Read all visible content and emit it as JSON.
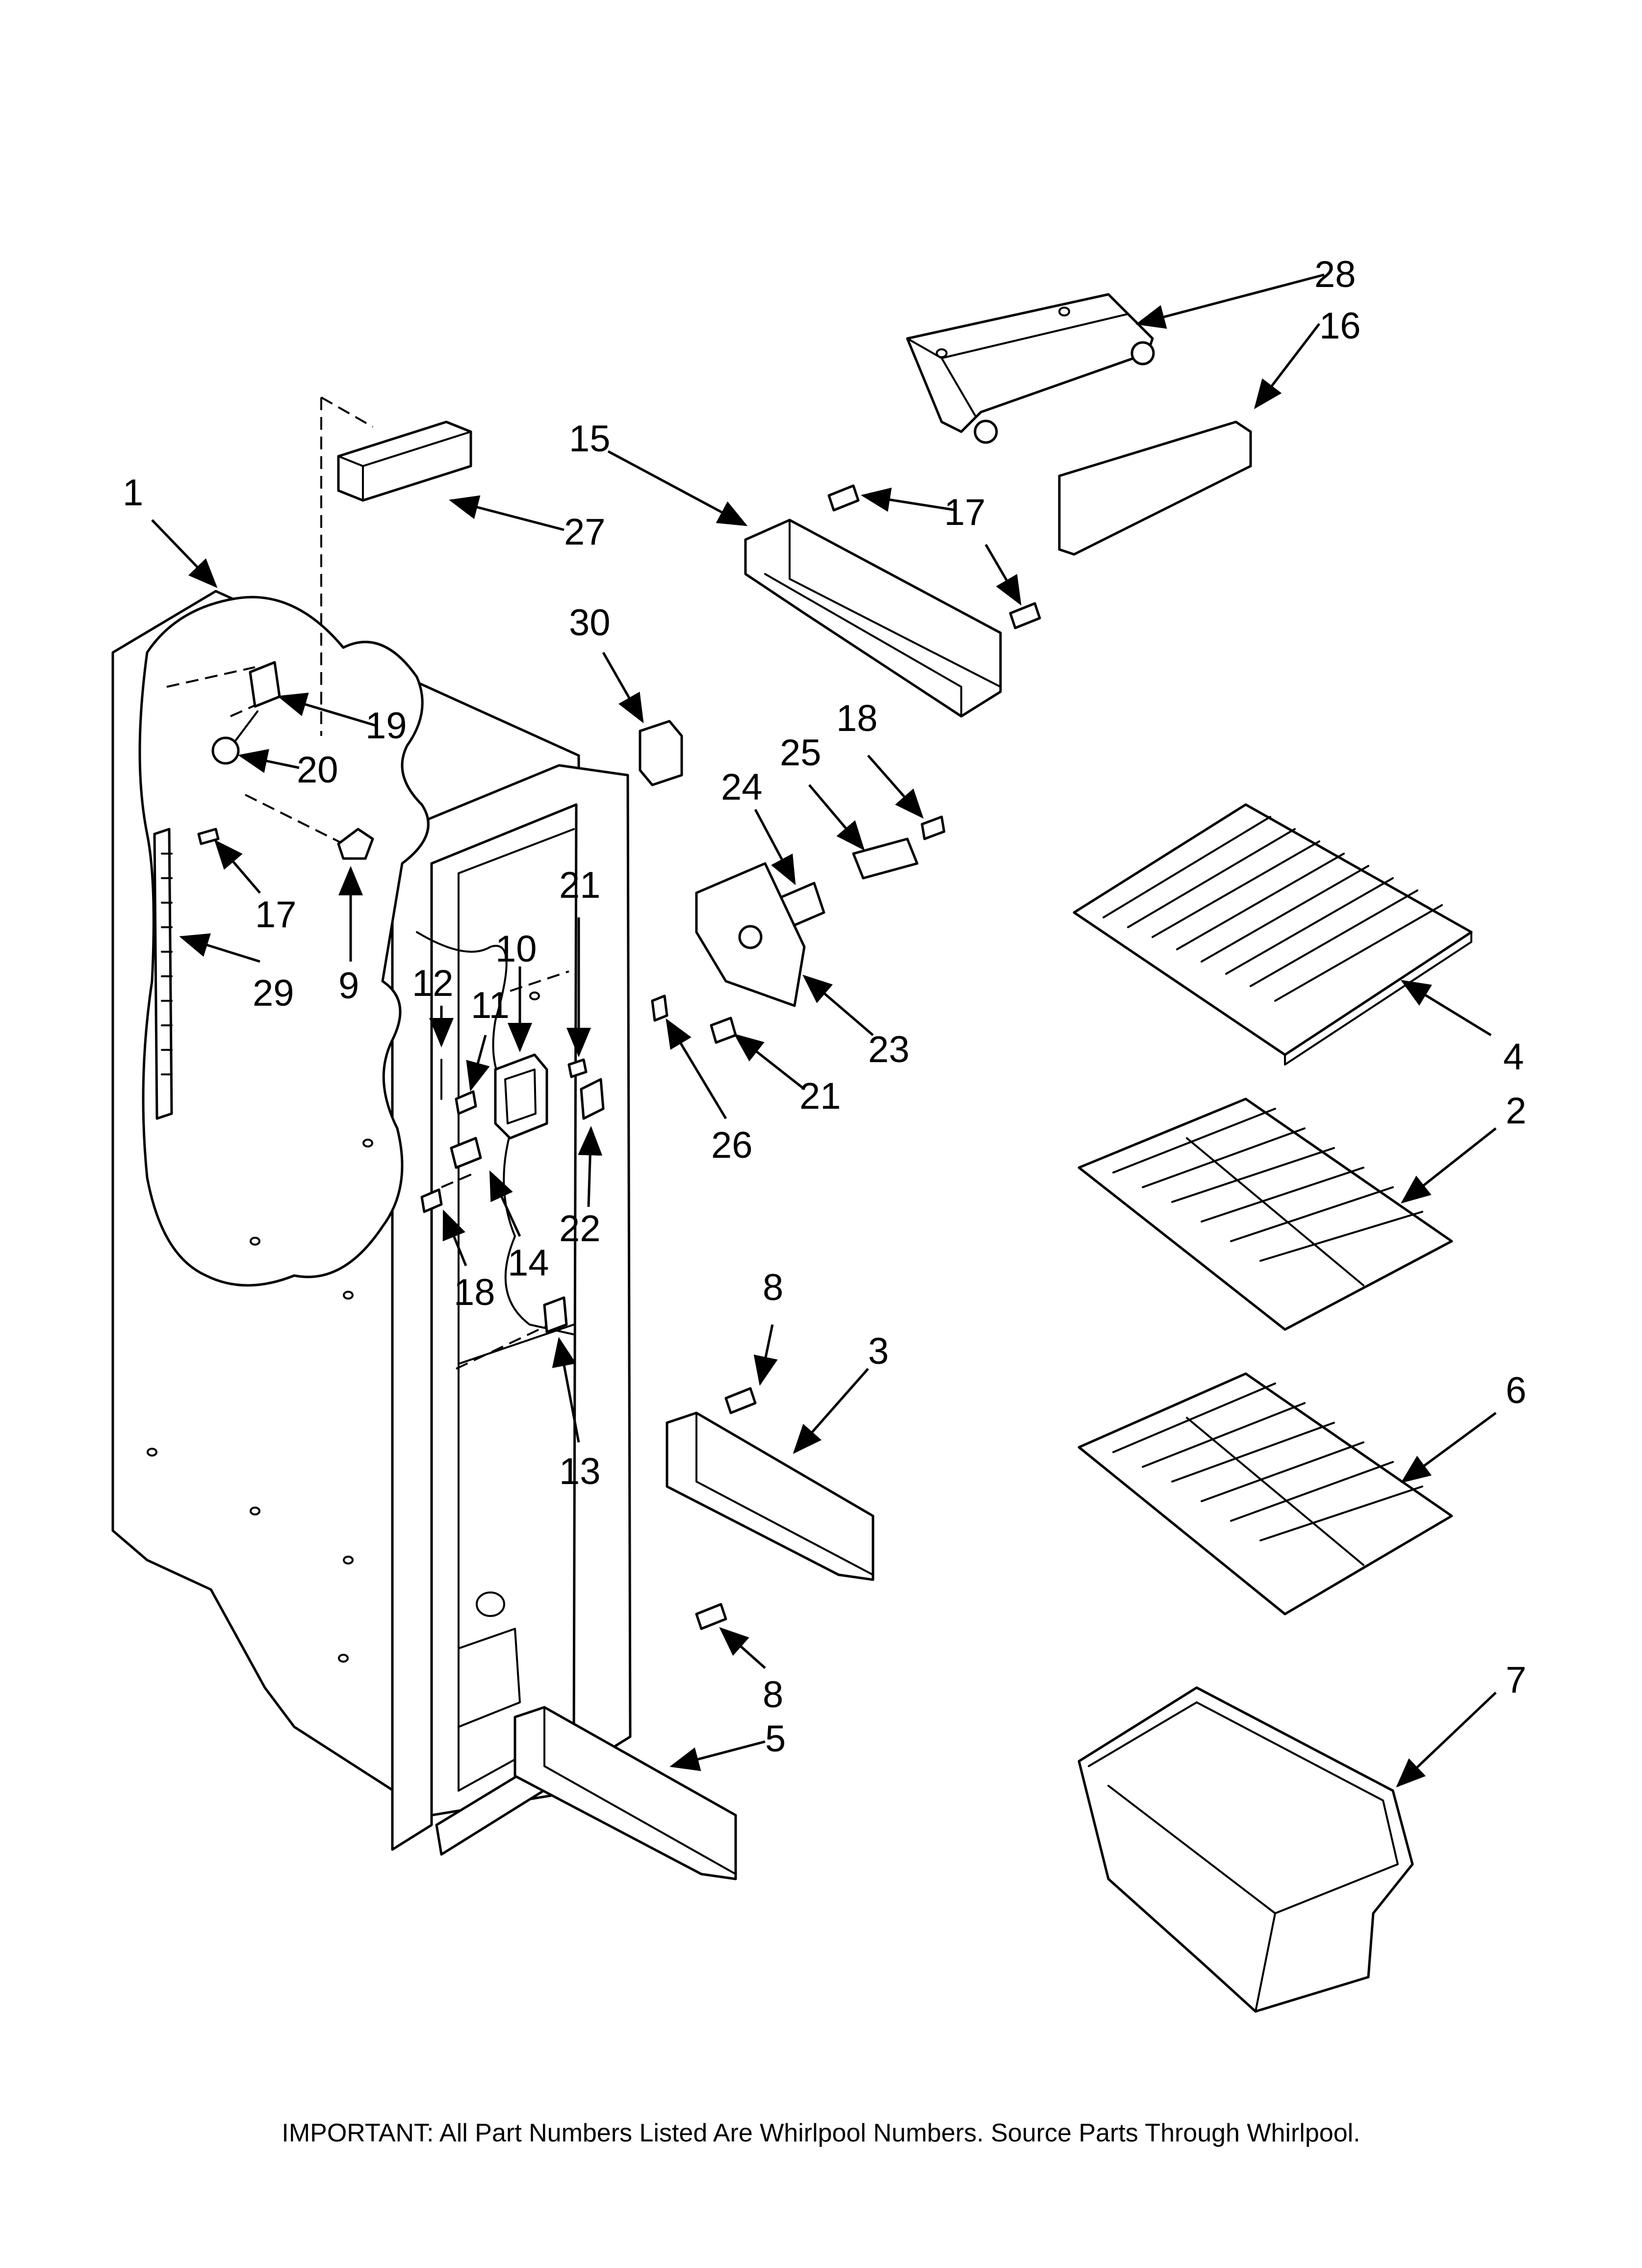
{
  "callouts": [
    "1",
    "2",
    "3",
    "4",
    "5",
    "6",
    "7",
    "8",
    "8",
    "9",
    "10",
    "11",
    "12",
    "13",
    "14",
    "15",
    "16",
    "17",
    "17",
    "18",
    "18",
    "19",
    "20",
    "21",
    "21",
    "22",
    "23",
    "24",
    "25",
    "26",
    "27",
    "28",
    "29",
    "30"
  ],
  "footer_note": "IMPORTANT: All Part Numbers Listed Are Whirlpool Numbers. Source Parts Through Whirlpool.",
  "colors": {
    "ink": "#000000",
    "paper": "#ffffff"
  }
}
